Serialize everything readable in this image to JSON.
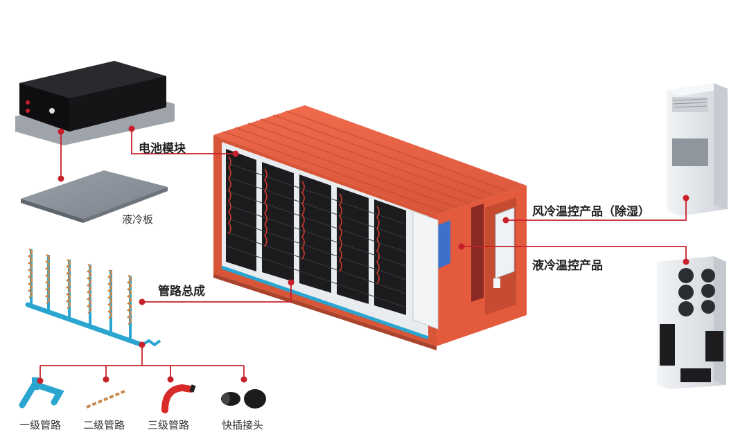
{
  "labels": {
    "battery_module": "电池模块",
    "cooling_plate": "液冷板",
    "pipe_assembly": "管路总成",
    "air_cooling": "风冷温控产品（除湿）",
    "liquid_cooling": "液冷温控产品",
    "pipe_level1": "一级管路",
    "pipe_level2": "二级管路",
    "pipe_level3": "三级管路",
    "quick_connector": "快插接头"
  },
  "colors": {
    "line": "#c8202a",
    "container": "#e35a3c",
    "container_dark": "#b8452c",
    "battery": "#1c1c1e",
    "pipe": "#2aa5cf",
    "cabinet": "#e6e9ec"
  }
}
